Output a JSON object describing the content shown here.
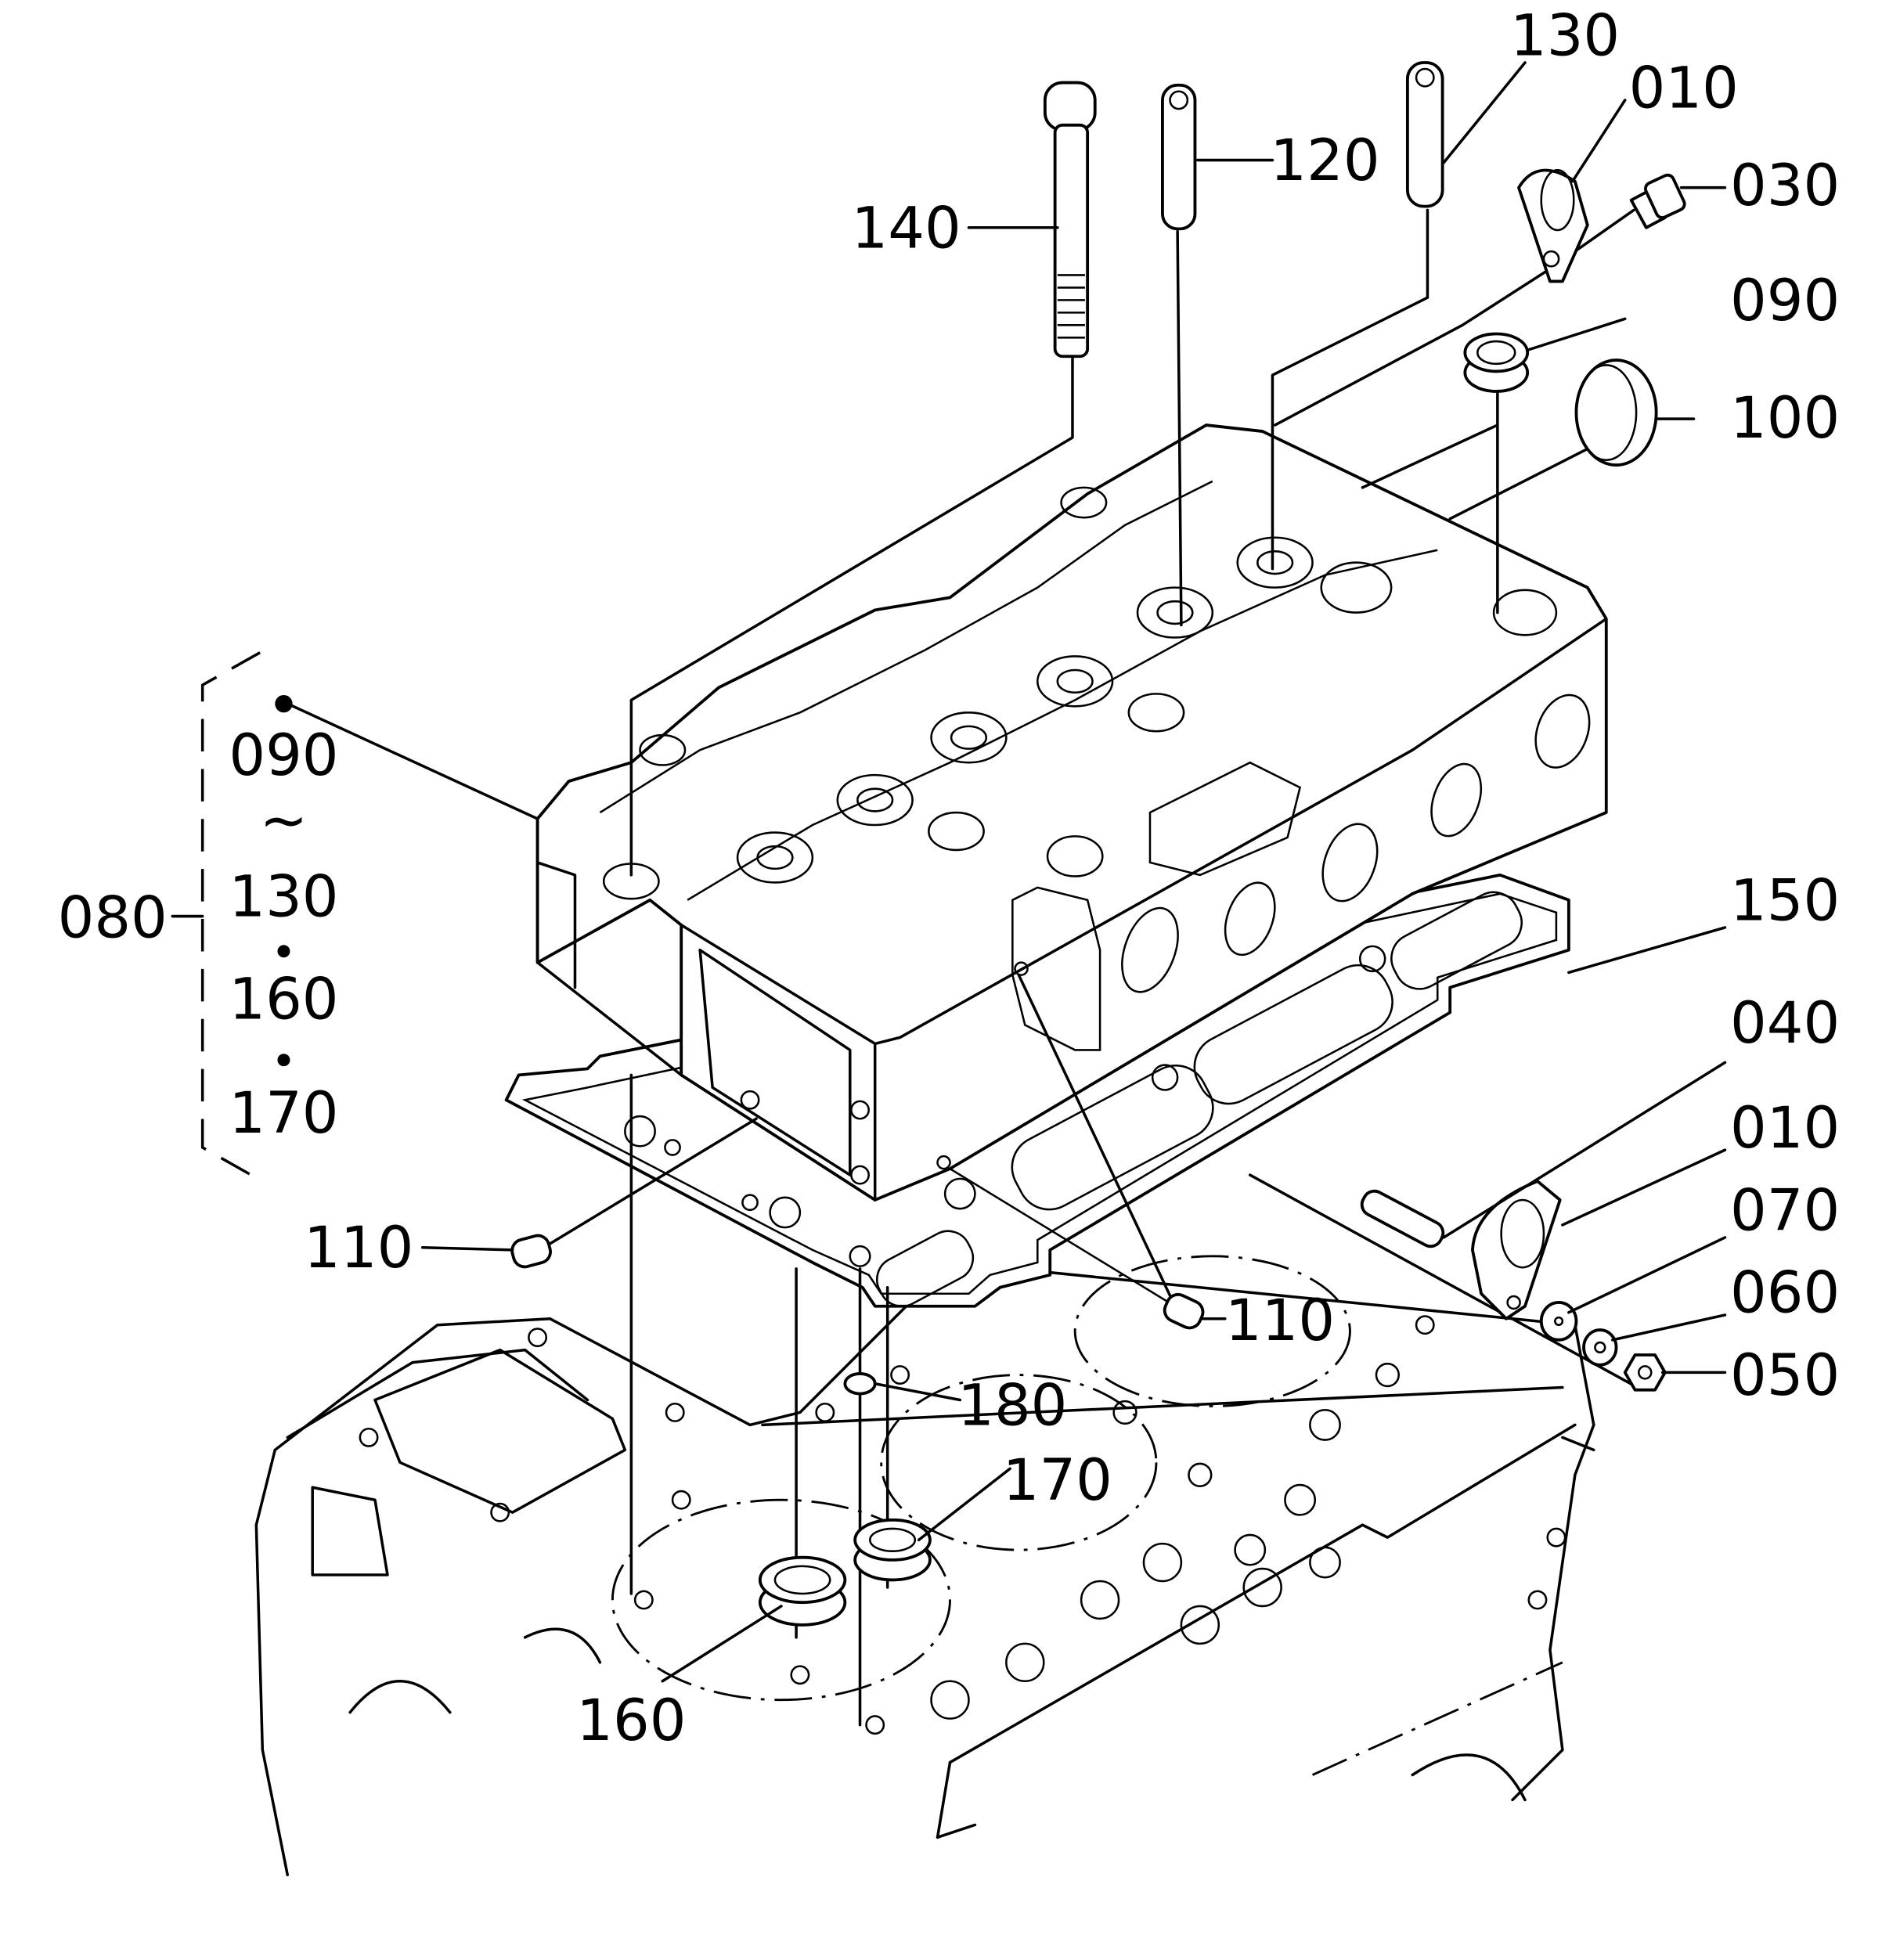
{
  "diagram": {
    "title": "Cylinder head exploded parts view",
    "callouts": [
      {
        "id": "c130",
        "label": "130"
      },
      {
        "id": "c010a",
        "label": "010"
      },
      {
        "id": "c120",
        "label": "120"
      },
      {
        "id": "c030",
        "label": "030"
      },
      {
        "id": "c140",
        "label": "140"
      },
      {
        "id": "c090",
        "label": "090"
      },
      {
        "id": "c100",
        "label": "100"
      },
      {
        "id": "c150",
        "label": "150"
      },
      {
        "id": "c040",
        "label": "040"
      },
      {
        "id": "c010b",
        "label": "010"
      },
      {
        "id": "c070",
        "label": "070"
      },
      {
        "id": "c060",
        "label": "060"
      },
      {
        "id": "c050",
        "label": "050"
      },
      {
        "id": "c110a",
        "label": "110"
      },
      {
        "id": "c110b",
        "label": "110"
      },
      {
        "id": "c180",
        "label": "180"
      },
      {
        "id": "c170",
        "label": "170"
      },
      {
        "id": "c160",
        "label": "160"
      }
    ],
    "assembly_group": {
      "label": "080",
      "includes": [
        "090",
        "~",
        "130",
        "160",
        "170"
      ],
      "includes_separators": [
        "~",
        "•",
        "•"
      ]
    }
  }
}
